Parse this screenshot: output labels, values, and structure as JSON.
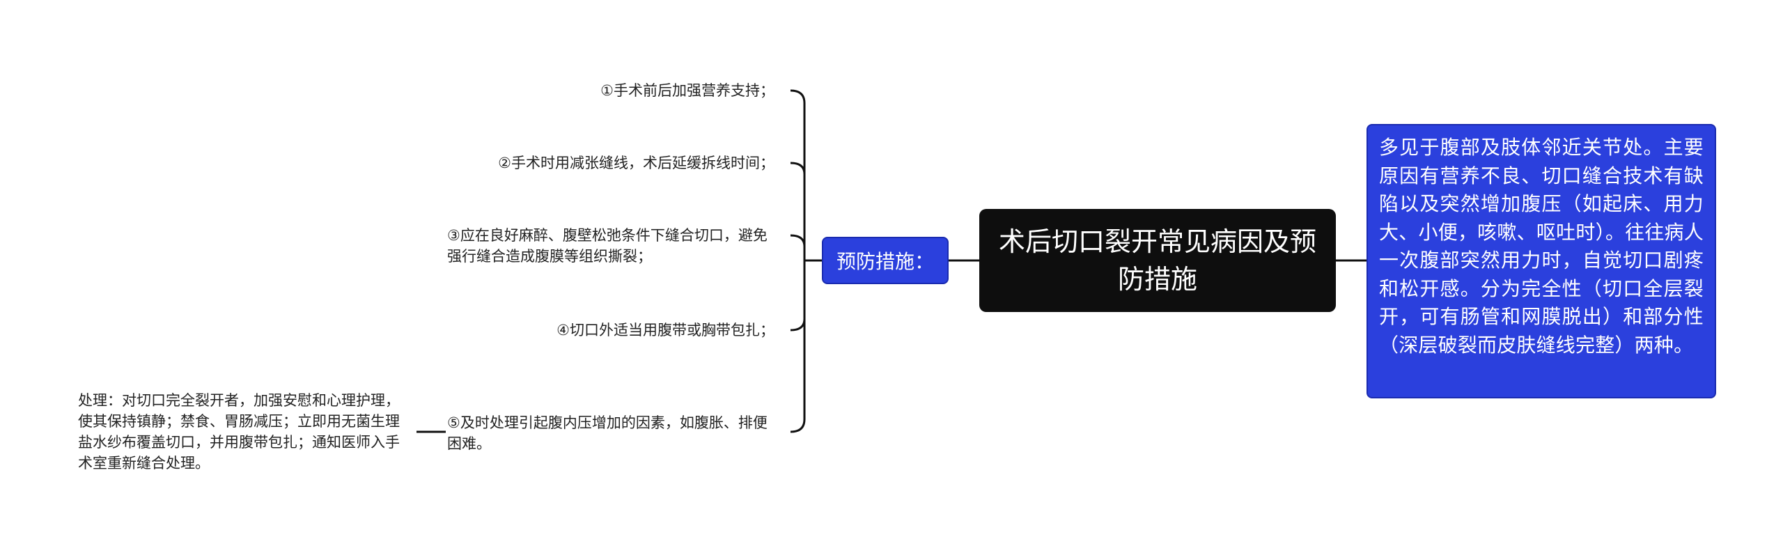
{
  "central_topic": "术后切口裂开常见病因及预防措施",
  "branch": {
    "label": "预防措施：",
    "items": [
      "①手术前后加强营养支持；",
      "②手术时用减张缝线，术后延缓拆线时间；",
      "③应在良好麻醉、腹壁松弛条件下缝合切口，避免强行缝合造成腹膜等组织撕裂；",
      "④切口外适当用腹带或胸带包扎；",
      "⑤及时处理引起腹内压增加的因素，如腹胀、排便困难。"
    ],
    "sub_note": "处理：对切口完全裂开者，加强安慰和心理护理，使其保持镇静；禁食、胃肠减压；立即用无菌生理盐水纱布覆盖切口，并用腹带包扎；通知医师入手术室重新缝合处理。"
  },
  "description": "多见于腹部及肢体邻近关节处。主要原因有营养不良、切口缝合技术有缺陷以及突然增加腹压（如起床、用力大、小便，咳嗽、呕吐时）。往往病人一次腹部突然用力时，自觉切口剧疼和松开感。分为完全性（切口全层裂开，可有肠管和网膜脱出）和部分性（深层破裂而皮肤缝线完整）两种。",
  "colors": {
    "central_bg": "#0e0e0e",
    "node_bg": "#2b40dd",
    "connector": "#111111",
    "text": "#222222"
  }
}
